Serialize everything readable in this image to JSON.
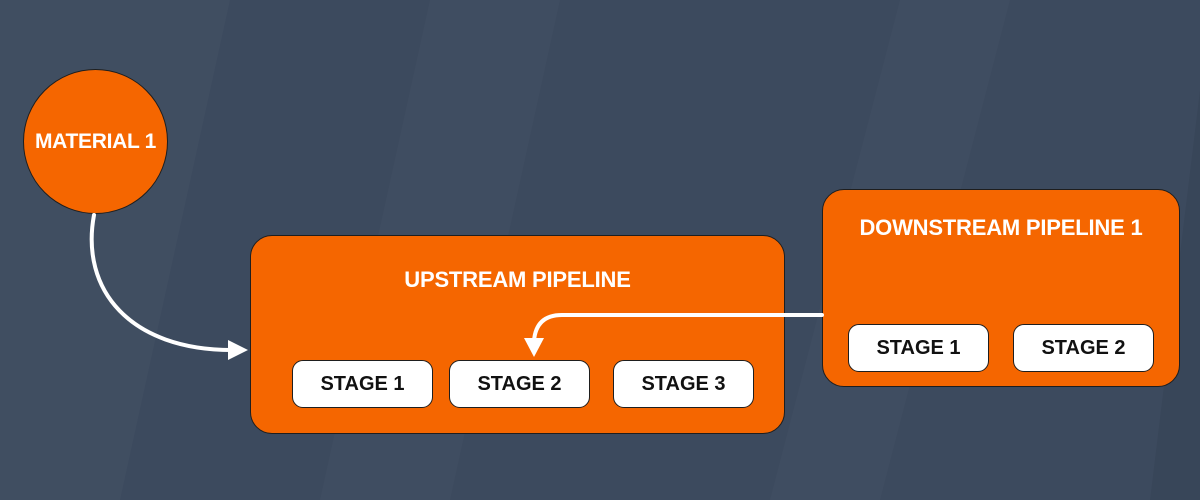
{
  "colors": {
    "background": "#3c4a5e",
    "node_fill": "#f56600",
    "stage_fill": "#ffffff",
    "connector": "#ffffff"
  },
  "material": {
    "label": "MATERIAL 1"
  },
  "upstream": {
    "title": "UPSTREAM PIPELINE",
    "stages": [
      "STAGE 1",
      "STAGE 2",
      "STAGE 3"
    ]
  },
  "downstream": {
    "title": "DOWNSTREAM PIPELINE 1",
    "stages": [
      "STAGE 1",
      "STAGE 2"
    ]
  }
}
